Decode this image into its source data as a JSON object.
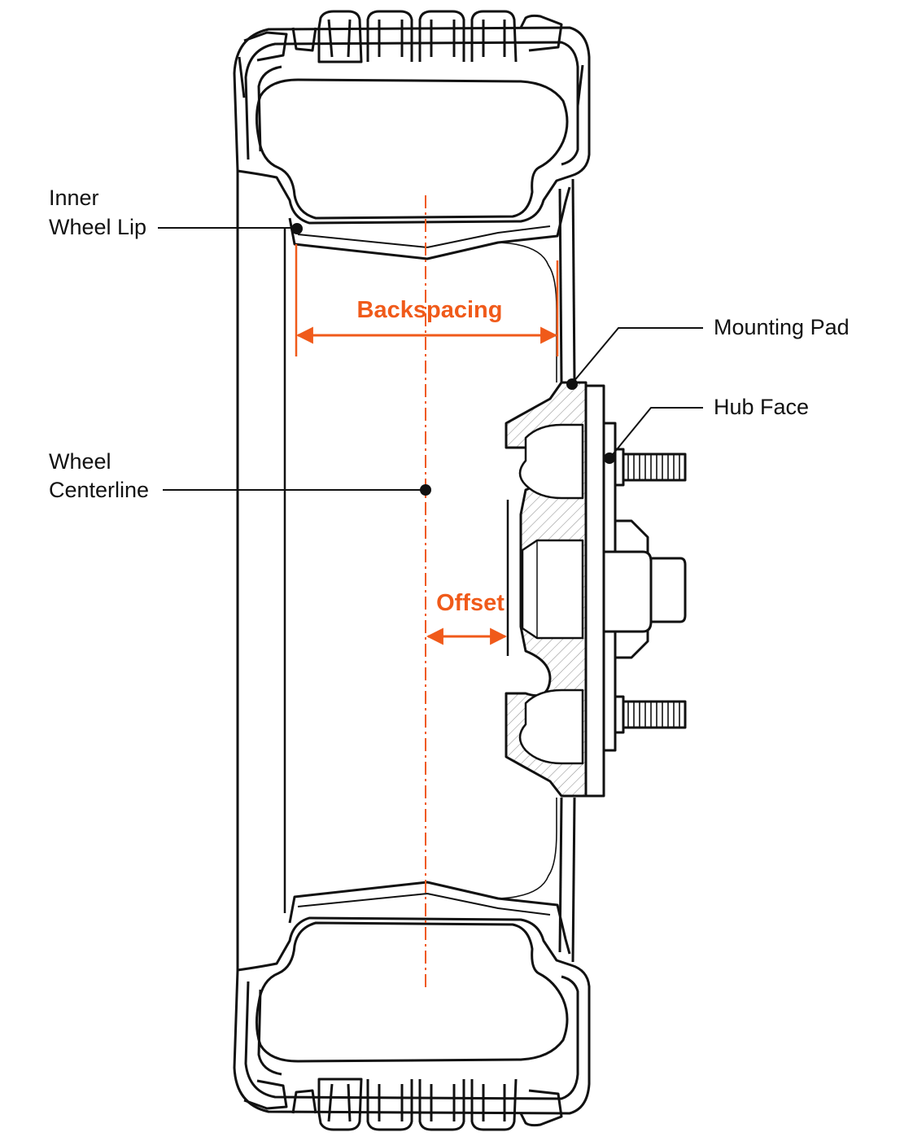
{
  "labels": {
    "inner_wheel_lip": [
      "Inner",
      "Wheel Lip"
    ],
    "mounting_pad": "Mounting Pad",
    "hub_face": "Hub Face",
    "wheel_centerline": [
      "Wheel",
      "Centerline"
    ]
  },
  "dimensions": {
    "backspacing": "Backspacing",
    "offset": "Offset"
  },
  "colors": {
    "accent": "#f05a1a",
    "ink": "#111111",
    "hatch": "#9a9a9a"
  }
}
